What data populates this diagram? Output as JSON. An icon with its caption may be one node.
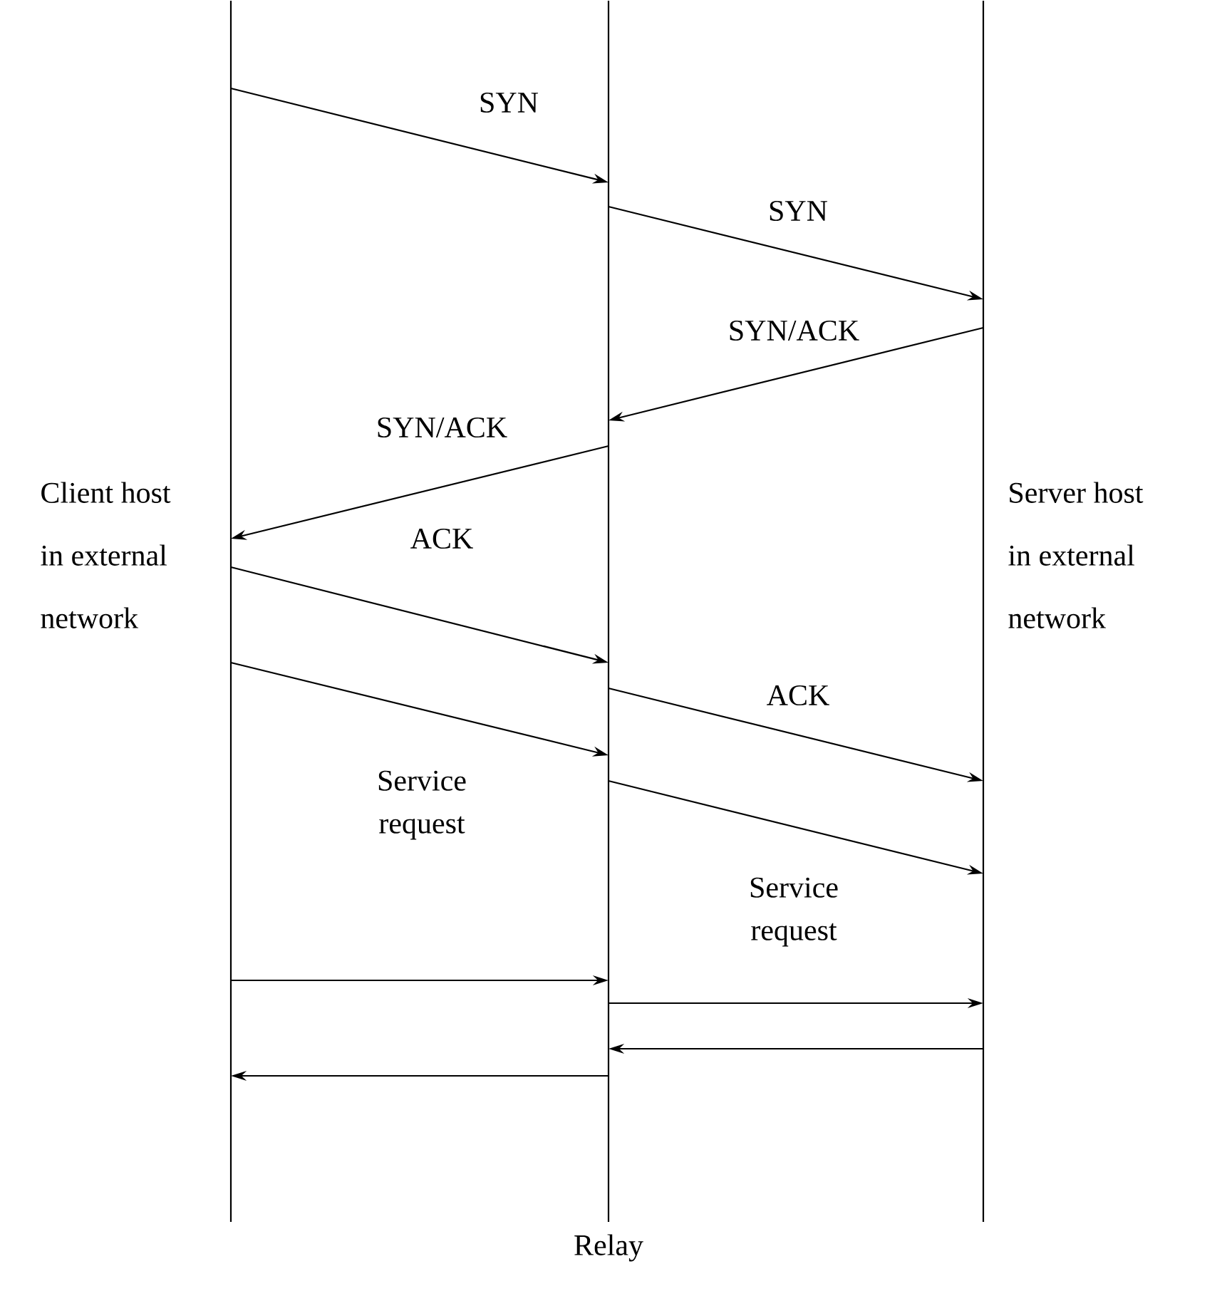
{
  "diagram": {
    "nodes": [
      {
        "text": [
          "Client host in external network"
        ]
      },
      {
        "text": [
          "Relay"
        ]
      },
      {
        "text": [
          "Server host in external network"
        ]
      }
    ],
    "edges": [
      {
        "from": 0,
        "to": 1,
        "arrow": "to",
        "label": "SYN"
      },
      {
        "from": 1,
        "to": 2,
        "arrow": "to",
        "label": "SYN"
      },
      {
        "from": 2,
        "to": 1,
        "arrow": "to",
        "label": "SYN/ACK"
      },
      {
        "from": 1,
        "to": 0,
        "arrow": "to",
        "label": "SYN/ACK"
      },
      {
        "from": 0,
        "to": 1,
        "arrow": "to",
        "label": "ACK"
      },
      {
        "from": 1,
        "to": 2,
        "arrow": "to",
        "label": "ACK"
      },
      {
        "from": 0,
        "to": 1,
        "arrow": "to",
        "label": "Service request"
      },
      {
        "from": 1,
        "to": 2,
        "arrow": "to",
        "label": "Service request"
      },
      {
        "from": 0,
        "to": 1,
        "arrow": "to"
      },
      {
        "from": 1,
        "to": 2,
        "arrow": "to"
      },
      {
        "from": 2,
        "to": 1,
        "arrow": "to"
      },
      {
        "from": 1,
        "to": 0,
        "arrow": "to"
      }
    ]
  }
}
